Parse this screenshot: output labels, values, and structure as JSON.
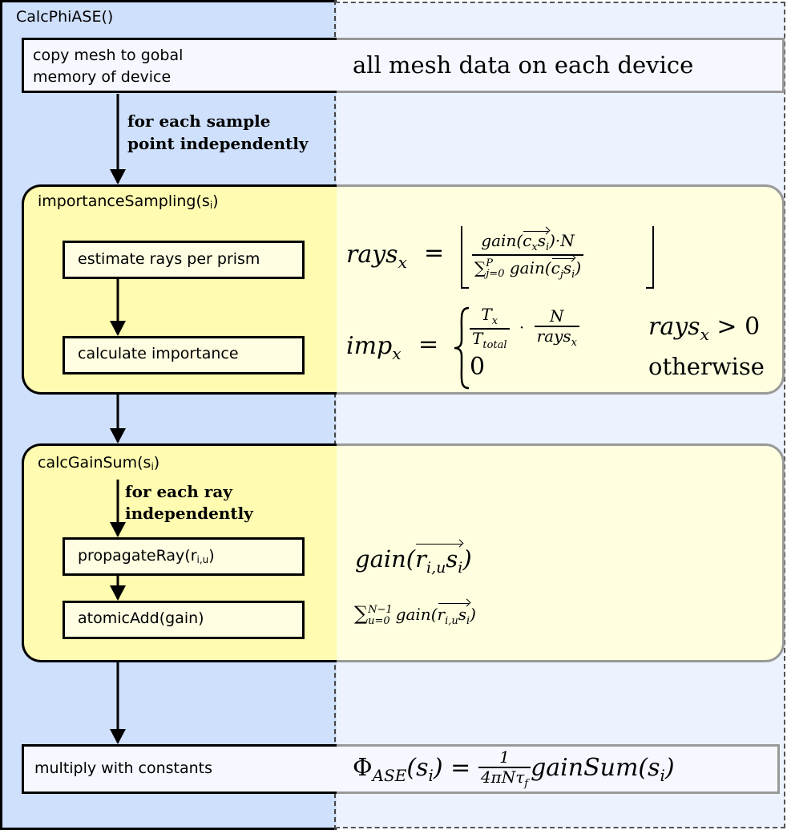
{
  "colors": {
    "left_panel_bg": "#cfe0fc",
    "right_panel_bg": "#edf3fe",
    "step_bg": "#fffbb0",
    "step_bg_right": "#ffffe0",
    "process_bg": "#fffde2",
    "gray_border": "#999999",
    "line": "#000000"
  },
  "main": {
    "title": "CalcPhiASE()",
    "copy_step": {
      "line1": "copy mesh to gobal",
      "line2": "memory of device",
      "note": "all mesh data on each device"
    },
    "loop_label": {
      "line1": "for each sample",
      "line2": "point independently"
    },
    "importance": {
      "title_prefix": "importanceSampling(s",
      "title_sub": "i",
      "title_suffix": ")",
      "process1": "estimate rays per prism",
      "process2": "calculate importance",
      "formula1": {
        "lhs_base": "rays",
        "lhs_sub": "x",
        "eq": "=",
        "num_fn": "gain(",
        "num_c": "c",
        "num_c_sub": "x",
        "num_s": "s",
        "num_s_sub": "i",
        "num_tail": ")·N",
        "den_sum": "∑",
        "den_sup": "P",
        "den_sub": "j=0",
        "den_fn": "gain(",
        "den_c": "c",
        "den_c_sub": "j",
        "den_s": "s",
        "den_s_sub": "i",
        "den_tail": ")"
      },
      "formula2": {
        "lhs_base": "imp",
        "lhs_sub": "x",
        "eq": "=",
        "case1_frac1_num": "T",
        "case1_frac1_num_sub": "x",
        "case1_frac1_den": "T",
        "case1_frac1_den_sub": "total",
        "case1_dot": "·",
        "case1_frac2_num": "N",
        "case1_frac2_den": "rays",
        "case1_frac2_den_sub": "x",
        "case1_cond_base": "rays",
        "case1_cond_sub": "x",
        "case1_cond_rest": " > 0",
        "case2_value": "0",
        "case2_cond": "otherwise"
      }
    },
    "gainsum": {
      "title_prefix": "calcGainSum(s",
      "title_sub": "i",
      "title_suffix": ")",
      "loop_label": {
        "line1": "for each ray",
        "line2": "independently"
      },
      "process1_prefix": "propagateRay(r",
      "process1_sub": "i,u",
      "process1_suffix": ")",
      "process2": "atomicAdd(gain)",
      "formula1": {
        "fn": "gain(",
        "r": "r",
        "r_sub": "i,u",
        "s": "s",
        "s_sub": "i",
        "tail": ")"
      },
      "formula2": {
        "sum": "∑",
        "sup": "N−1",
        "sub": "u=0",
        "fn": "gain(",
        "r": "r",
        "r_sub": "i,u",
        "s": "s",
        "s_sub": "i",
        "tail": ")"
      }
    },
    "final_step": {
      "label": "multiply with constants",
      "formula": {
        "phi": "Φ",
        "phi_sub": "ASE",
        "arg": "(s",
        "arg_sub": "i",
        "arg_tail": ")",
        "eq": "=",
        "frac_num": "1",
        "frac_den": "4πNτ",
        "frac_den_sub": "f",
        "rhs": "gainSum(s",
        "rhs_sub": "i",
        "rhs_tail": ")"
      }
    }
  }
}
